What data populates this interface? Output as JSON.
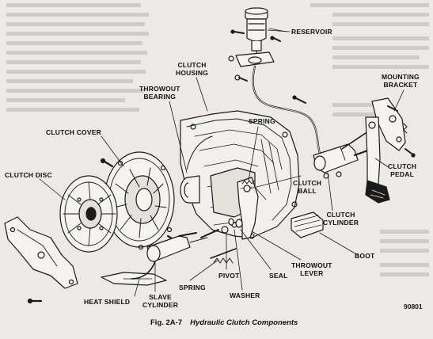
{
  "figure": {
    "number": "Fig. 2A-7",
    "title": "Hydraulic Clutch Components",
    "code": "90801"
  },
  "labels": {
    "reservoir": "RESERVOIR",
    "mounting_bracket": "MOUNTING\nBRACKET",
    "clutch_housing": "CLUTCH\nHOUSING",
    "throwout_bearing": "THROWOUT\nBEARING",
    "spring_top": "SPRING",
    "clutch_cover": "CLUTCH COVER",
    "clutch_disc": "CLUTCH DISC",
    "clutch_ball": "CLUTCH\nBALL",
    "clutch_pedal": "CLUTCH\nPEDAL",
    "clutch_cylinder": "CLUTCH\nCYLINDER",
    "boot": "BOOT",
    "throwout_lever": "THROWOUT\nLEVER",
    "seal": "SEAL",
    "pivot": "PIVOT",
    "washer": "WASHER",
    "spring_bottom": "SPRING",
    "slave_cylinder": "SLAVE\nCYLINDER",
    "heat_shield": "HEAT SHIELD"
  },
  "colors": {
    "paper": "#ece9e6",
    "ink": "#1a1a1a"
  }
}
